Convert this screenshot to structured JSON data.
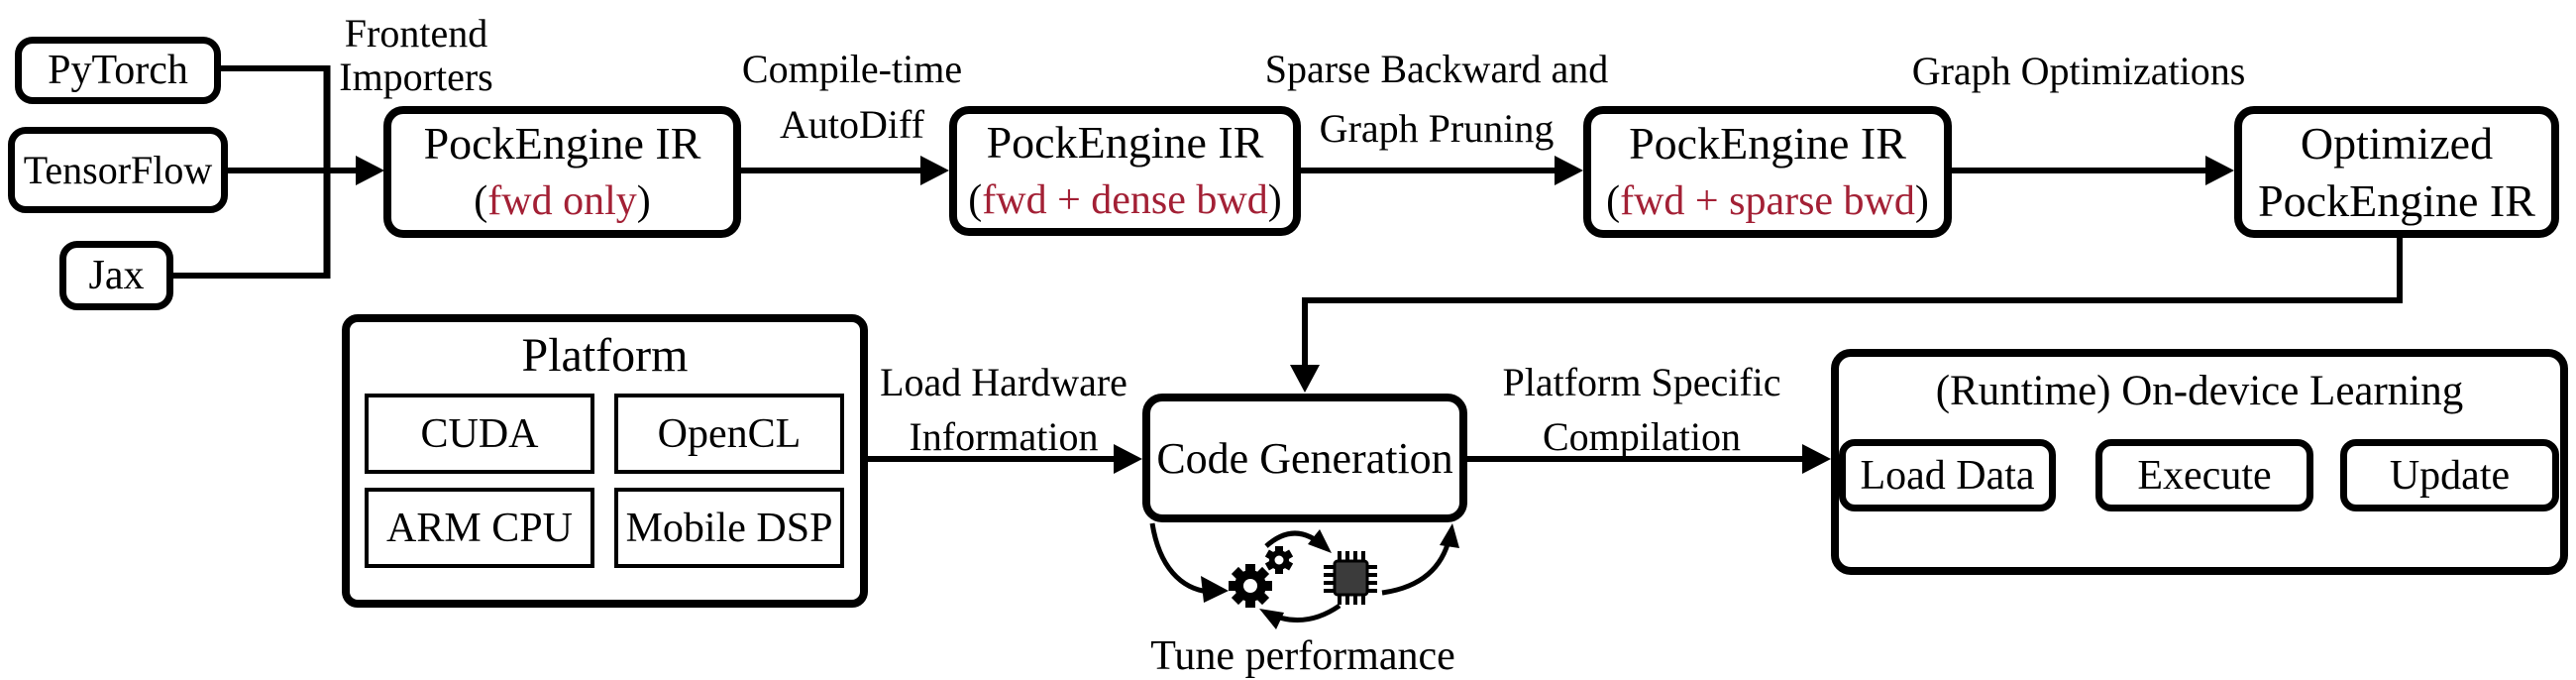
{
  "colors": {
    "line": "#000000",
    "accent_red": "#a32035",
    "chip_fill": "#3b3b3b",
    "background": "#ffffff"
  },
  "frontends": {
    "pytorch": "PyTorch",
    "tensorflow": "TensorFlow",
    "jax": "Jax"
  },
  "edge_labels": {
    "frontend_importers": {
      "line1": "Frontend",
      "line2": "Importers"
    },
    "compile_time_autodiff": {
      "line1": "Compile-time",
      "line2": "AutoDiff"
    },
    "sparse_backward_pruning": {
      "line1": "Sparse Backward and",
      "line2": "Graph Pruning"
    },
    "graph_optimizations": {
      "line1": "Graph Optimizations"
    },
    "load_hardware": {
      "line1": "Load Hardware",
      "line2": "Information"
    },
    "platform_specific": {
      "line1": "Platform Specific",
      "line2": "Compilation"
    }
  },
  "pipeline": {
    "ir_fwd": {
      "title": "PockEngine IR",
      "open": "(",
      "detail": "fwd only",
      "close": ")"
    },
    "ir_dense": {
      "title": "PockEngine IR",
      "open": "(",
      "detail": "fwd + dense bwd",
      "close": ")"
    },
    "ir_sparse": {
      "title": "PockEngine IR",
      "open": "(",
      "detail": "fwd + sparse bwd",
      "close": ")"
    },
    "optimized": {
      "line1": "Optimized",
      "line2": "PockEngine IR"
    }
  },
  "platform": {
    "title": "Platform",
    "cuda": "CUDA",
    "opencl": "OpenCL",
    "arm_cpu": "ARM CPU",
    "mobile_dsp": "Mobile DSP"
  },
  "codegen": {
    "label": "Code Generation",
    "tune": "Tune performance"
  },
  "runtime": {
    "title": "(Runtime) On-device Learning",
    "load_data": "Load Data",
    "execute": "Execute",
    "update": "Update"
  }
}
